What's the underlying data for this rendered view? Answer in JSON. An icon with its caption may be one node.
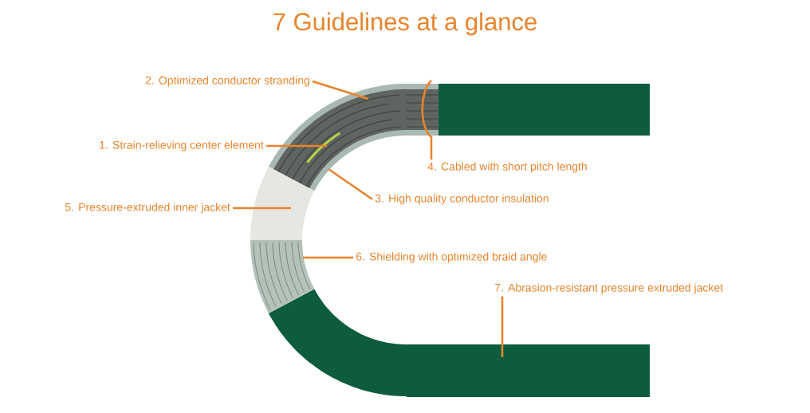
{
  "diagram": {
    "title": "7 Guidelines at a glance",
    "nodes": [
      {
        "text": [
          "2. Optimized conductor stranding"
        ]
      },
      {
        "text": [
          "1. Strain-relieving center element"
        ]
      },
      {
        "text": [
          "4. Cabled with short pitch length"
        ]
      },
      {
        "text": [
          "3. High quality conductor insulation"
        ]
      },
      {
        "text": [
          "5. Pressure-extruded inner jacket"
        ]
      },
      {
        "text": [
          "6. Shielding with optimized braid angle"
        ]
      },
      {
        "text": [
          "7. Abrasion-resistant pressure extruded jacket"
        ]
      }
    ],
    "edges": [
      {
        "from": 0,
        "to": null,
        "arrow": "none"
      },
      {
        "from": 1,
        "to": null,
        "arrow": "none"
      },
      {
        "from": 2,
        "to": null,
        "arrow": "none"
      },
      {
        "from": 3,
        "to": null,
        "arrow": "none"
      },
      {
        "from": 4,
        "to": null,
        "arrow": "none"
      },
      {
        "from": 5,
        "to": null,
        "arrow": "none"
      },
      {
        "from": 6,
        "to": null,
        "arrow": "none"
      }
    ]
  }
}
